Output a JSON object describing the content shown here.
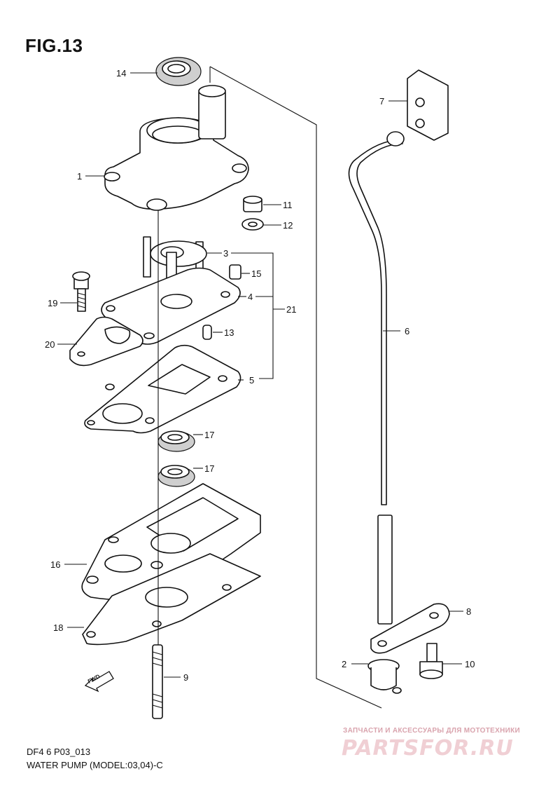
{
  "figure": {
    "title": "FIG.13",
    "code": "DF4 6 P03_013",
    "name": "WATER PUMP (MODEL:03,04)-C"
  },
  "callouts": {
    "c1": "1",
    "c2": "2",
    "c3": "3",
    "c4": "4",
    "c5": "5",
    "c6": "6",
    "c7": "7",
    "c8": "8",
    "c9": "9",
    "c10": "10",
    "c11": "11",
    "c12": "12",
    "c13": "13",
    "c14": "14",
    "c15": "15",
    "c16": "16",
    "c17a": "17",
    "c17b": "17",
    "c18": "18",
    "c19": "19",
    "c20": "20",
    "c21": "21"
  },
  "direction_marker": "FWD",
  "watermark": {
    "tagline": "ЗАПЧАСТИ И АКСЕССУАРЫ ДЛЯ МОТОТЕХНИКИ",
    "logo": "PARTSFOR.RU"
  }
}
